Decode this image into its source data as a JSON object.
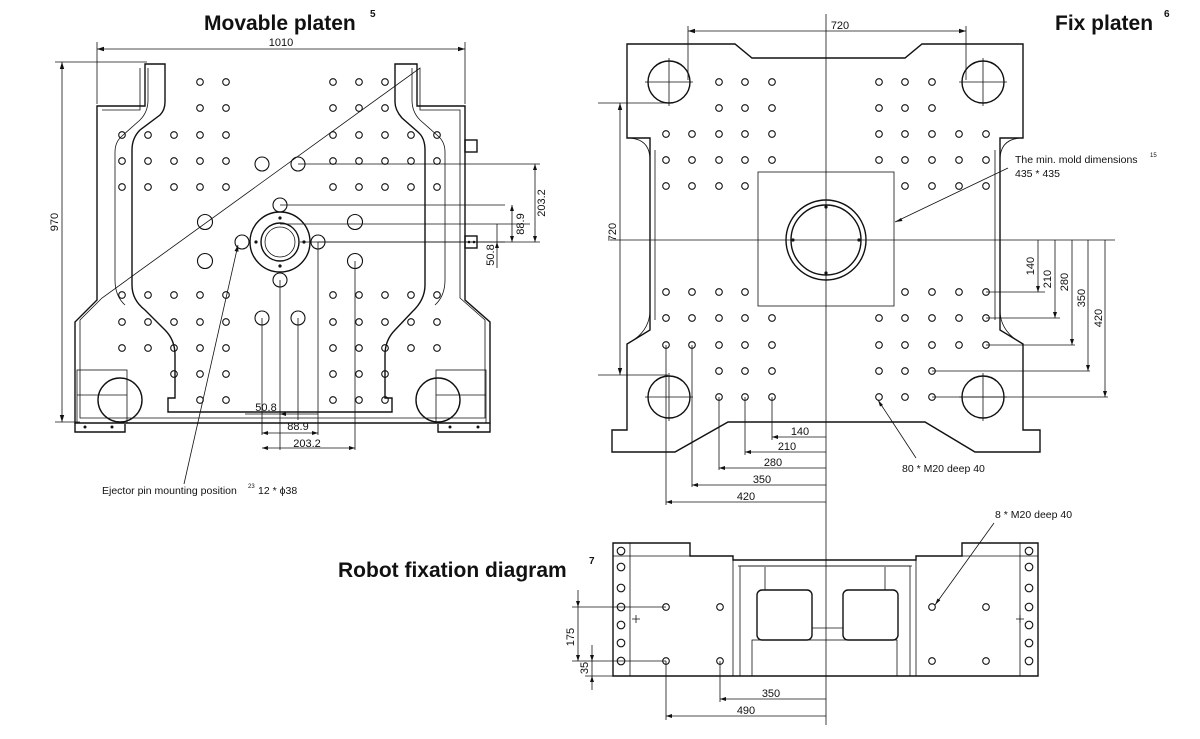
{
  "movable": {
    "title": "Movable platen",
    "title_ref": "5",
    "dim_width": "1010",
    "dim_height": "970",
    "dim_r1": "203.2",
    "dim_r2": "88.9",
    "dim_r3": "50.8",
    "dim_b1": "50.8",
    "dim_b2": "88.9",
    "dim_b3": "203.2",
    "ejector_label": "Ejector pin mounting position",
    "ejector_ref": "23",
    "ejector_spec": "12 * ϕ38"
  },
  "fixed": {
    "title": "Fix platen",
    "title_ref": "6",
    "dim_top": "720",
    "dim_left": "720",
    "mold_label": "The min. mold dimensions",
    "mold_ref": "15",
    "mold_value": "435 * 435",
    "dims_right": [
      "140",
      "210",
      "280",
      "350",
      "420"
    ],
    "dims_bottom": [
      "140",
      "210",
      "280",
      "350",
      "420"
    ],
    "holes_label": "80 * M20 deep 40"
  },
  "robot": {
    "title": "Robot fixation diagram",
    "title_ref": "7",
    "holes_label": "8 * M20 deep 40",
    "dim_175": "175",
    "dim_35": "35",
    "dim_350": "350",
    "dim_490": "490"
  }
}
